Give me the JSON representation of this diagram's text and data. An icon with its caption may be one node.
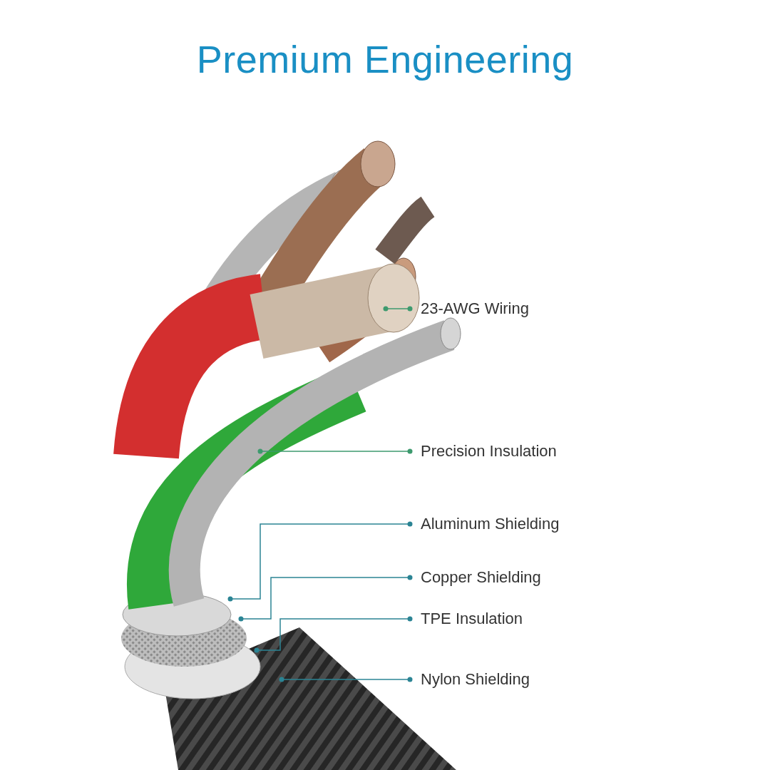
{
  "diagram": {
    "title": "Premium Engineering",
    "nodes": [
      {
        "text": [
          "23-AWG Wiring"
        ]
      },
      {
        "text": [
          "Precision Insulation"
        ]
      },
      {
        "text": [
          "Aluminum Shielding"
        ]
      },
      {
        "text": [
          "Copper Shielding"
        ]
      },
      {
        "text": [
          "TPE Insulation"
        ]
      },
      {
        "text": [
          "Nylon Shielding"
        ]
      }
    ],
    "edges": [
      {
        "from": 0,
        "to": null,
        "arrow": "other",
        "color": "#3d9a6e"
      },
      {
        "from": 1,
        "to": null,
        "arrow": "other",
        "color": "#3d9a6e"
      },
      {
        "from": 2,
        "to": null,
        "arrow": "other"
      },
      {
        "from": 3,
        "to": null,
        "arrow": "other"
      },
      {
        "from": 4,
        "to": null,
        "arrow": "other"
      },
      {
        "from": 5,
        "to": null,
        "arrow": "other"
      }
    ]
  }
}
